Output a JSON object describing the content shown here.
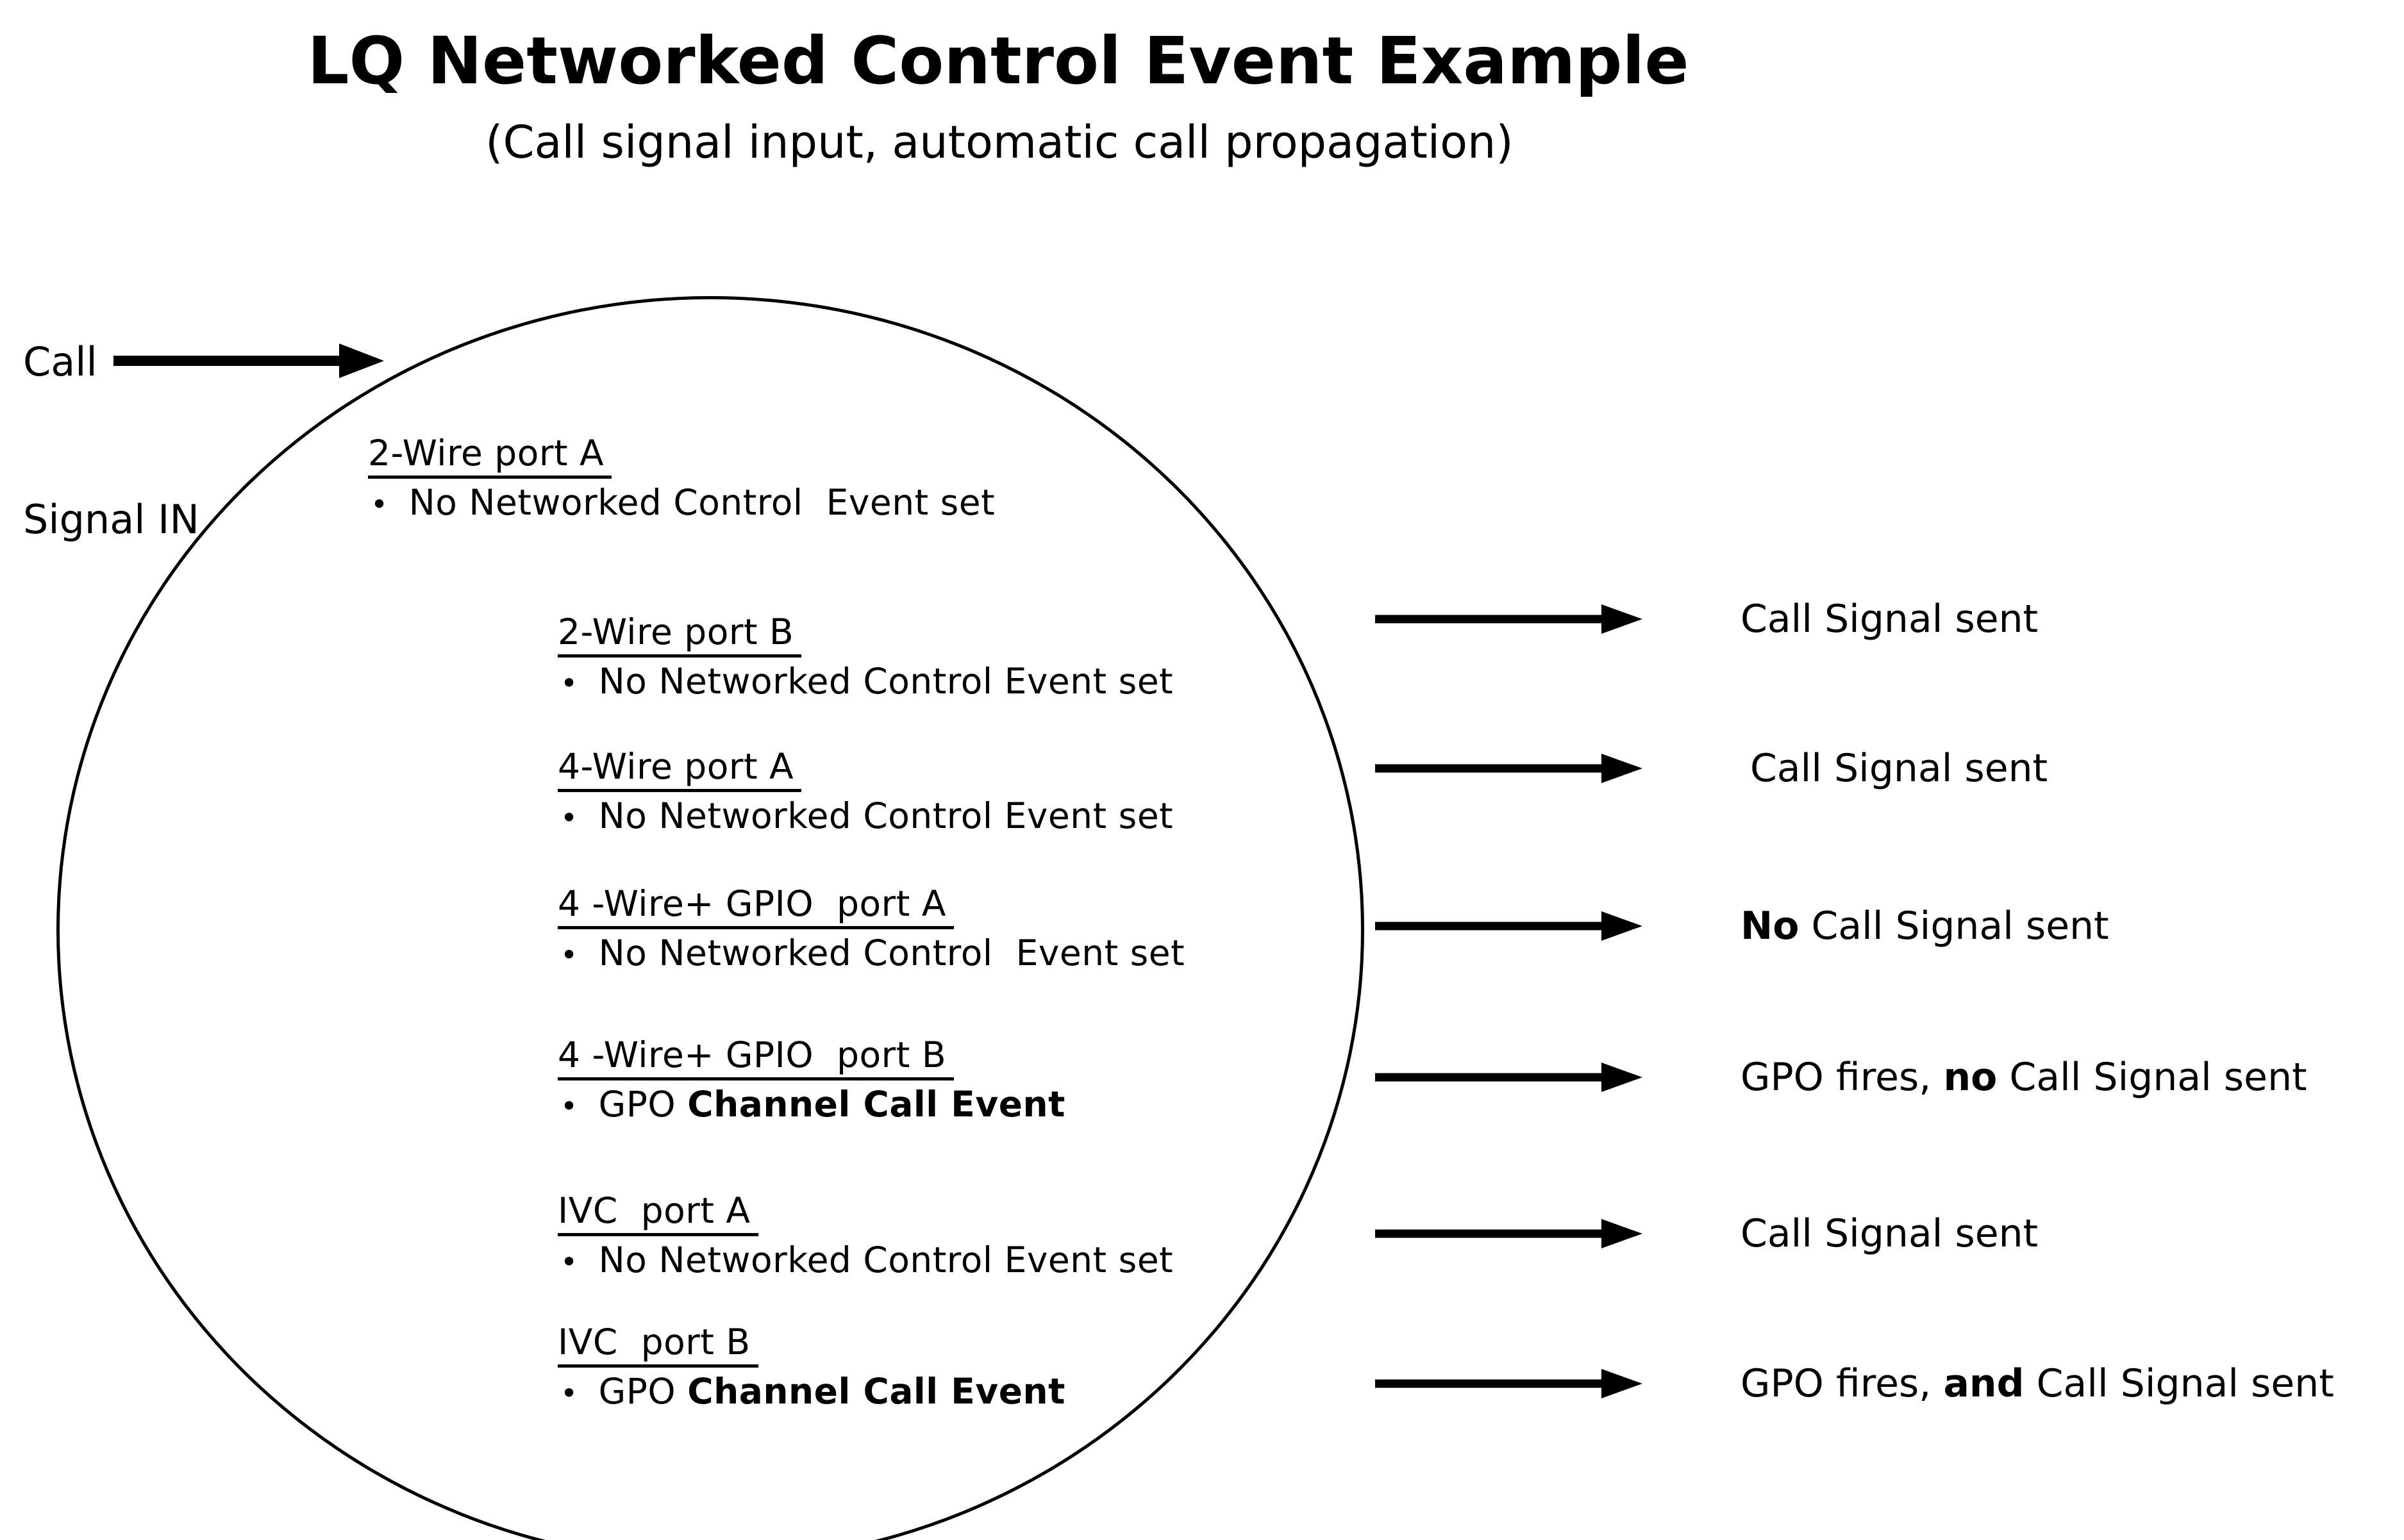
{
  "title": "LQ Networked Control Event Example",
  "subtitle": "(Call signal input, automatic call propagation)",
  "colors": {
    "ink": "#000000",
    "background": "#ffffff"
  },
  "icons": {
    "bullet": "•",
    "arrow": "right-arrow"
  },
  "input_signal": {
    "label_line1": "Call",
    "label_line2": "Signal IN"
  },
  "lq_unit": {
    "ports": [
      {
        "name": "2-Wire port A",
        "event": [
          {
            "text": "No Networked Control  Event set",
            "bold": false
          }
        ]
      },
      {
        "name": "2-Wire port B",
        "event": [
          {
            "text": "No Networked Control Event set",
            "bold": false
          }
        ]
      },
      {
        "name": "4-Wire port A",
        "event": [
          {
            "text": "No Networked Control Event set",
            "bold": false
          }
        ]
      },
      {
        "name": "4 -Wire+ GPIO  port A",
        "event": [
          {
            "text": "No Networked Control  Event set",
            "bold": false
          }
        ]
      },
      {
        "name": "4 -Wire+ GPIO  port B",
        "event": [
          {
            "text": "GPO ",
            "bold": false
          },
          {
            "text": "Channel Call Event",
            "bold": true
          }
        ]
      },
      {
        "name": "IVC  port A",
        "event": [
          {
            "text": "No Networked Control Event set",
            "bold": false
          }
        ]
      },
      {
        "name": "IVC  port B",
        "event": [
          {
            "text": "GPO ",
            "bold": false
          },
          {
            "text": "Channel Call Event",
            "bold": true
          }
        ]
      }
    ]
  },
  "outputs": [
    {
      "parts": [
        {
          "text": "Call Signal sent",
          "bold": false
        }
      ]
    },
    {
      "parts": [
        {
          "text": "Call Signal sent",
          "bold": false
        }
      ]
    },
    {
      "parts": [
        {
          "text": "No",
          "bold": true
        },
        {
          "text": " Call Signal sent",
          "bold": false
        }
      ]
    },
    {
      "parts": [
        {
          "text": "GPO fires, ",
          "bold": false
        },
        {
          "text": "no",
          "bold": true
        },
        {
          "text": " Call Signal sent",
          "bold": false
        }
      ]
    },
    {
      "parts": [
        {
          "text": "Call Signal sent",
          "bold": false
        }
      ]
    },
    {
      "parts": [
        {
          "text": "GPO fires, ",
          "bold": false
        },
        {
          "text": "and",
          "bold": true
        },
        {
          "text": " Call Signal sent",
          "bold": false
        }
      ]
    }
  ]
}
